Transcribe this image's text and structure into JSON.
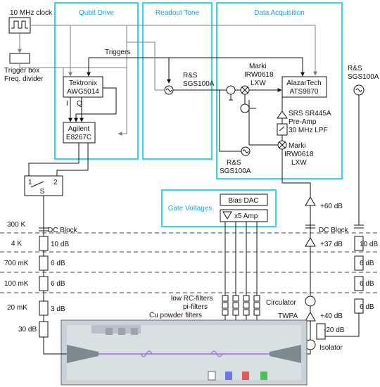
{
  "clock": {
    "label": "10 MHz clock"
  },
  "sections": {
    "qubit_drive": "Qubit Drive",
    "readout_tone": "Readout Tone",
    "data_acquisition": "Data Acquisition",
    "gate_voltages": "Gate Voltages"
  },
  "trigger_box": {
    "line1": "Trigger box",
    "line2": "Freq. divider"
  },
  "triggers_label": "Triggers",
  "awg": {
    "line1": "Tektronix",
    "line2": "AWG5014",
    "i": "I",
    "q": "Q"
  },
  "agilent": {
    "line1": "Agilent",
    "line2": "E8267C"
  },
  "readout_source": {
    "line1": "R&S",
    "line2": "SGS100A"
  },
  "mixer_top": {
    "line1": "Marki",
    "line2": "IRW0618",
    "line3": "LXW"
  },
  "alazar": {
    "line1": "AlazarTech",
    "line2": "ATS9870"
  },
  "preamp": {
    "line1": "SRS SR445A",
    "line2": "Pre-Amp"
  },
  "lpf": "30 MHz LPF",
  "lo_source": {
    "line1": "R&S",
    "line2": "SGS100A"
  },
  "mixer_bottom": {
    "line1": "Marki",
    "line2": "IRW0618",
    "line3": "LXW"
  },
  "twpa_pump": {
    "line1": "R&S",
    "line2": "SGS100A"
  },
  "switch": {
    "port1": "1",
    "port2": "2",
    "common": "S"
  },
  "bias_dac": "Bias DAC",
  "amp_x5": "x5 Amp",
  "amp_60": "+60 dB",
  "amp_37": "+37 dB",
  "amp_40": "+40 dB",
  "dc_block_left": "DC Block",
  "dc_block_right": "DC Block",
  "stages": {
    "s300k": "300 K",
    "s4k": "4 K",
    "s700mk": "700 mK",
    "s100mk": "100 mK",
    "s20mk": "20 mK"
  },
  "attenuators_left": {
    "a1": "10 dB",
    "a2": "6 dB",
    "a3": "6 dB",
    "a4": "3 dB",
    "a5": "30 dB"
  },
  "attenuators_right": {
    "a1": "10 dB",
    "a2": "6 dB",
    "a3": "6 dB",
    "a4": "6 dB",
    "a5": "-20 dB"
  },
  "filters": {
    "line1": "low RC-filters",
    "line2": "pi-filters",
    "line3": "Cu powder filters"
  },
  "circulator": "Circulator",
  "twpa": "TWPA",
  "isolator": "Isolator"
}
